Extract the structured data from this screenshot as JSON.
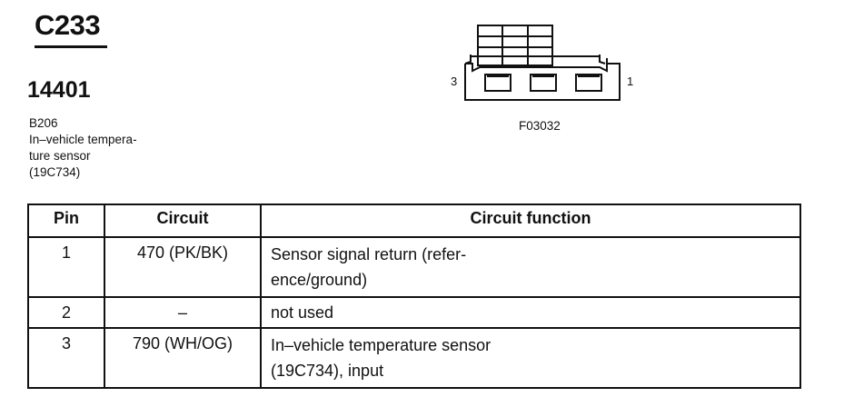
{
  "connector": {
    "id": "C233"
  },
  "part_number": "14401",
  "component": {
    "lines": [
      "B206",
      "In–vehicle tempera-",
      "ture sensor",
      "(19C734)"
    ]
  },
  "diagram": {
    "pin_left": "3",
    "pin_right": "1",
    "figure_code": "F03032"
  },
  "table": {
    "headers": {
      "pin": "Pin",
      "circuit": "Circuit",
      "function": "Circuit function"
    },
    "rows": [
      {
        "pin": "1",
        "circuit": "470 (PK/BK)",
        "function": [
          "Sensor signal return (refer-",
          "ence/ground)"
        ]
      },
      {
        "pin": "2",
        "circuit": "–",
        "function": [
          "not used"
        ]
      },
      {
        "pin": "3",
        "circuit": "790 (WH/OG)",
        "function": [
          "In–vehicle temperature sensor",
          "(19C734), input"
        ]
      }
    ]
  }
}
